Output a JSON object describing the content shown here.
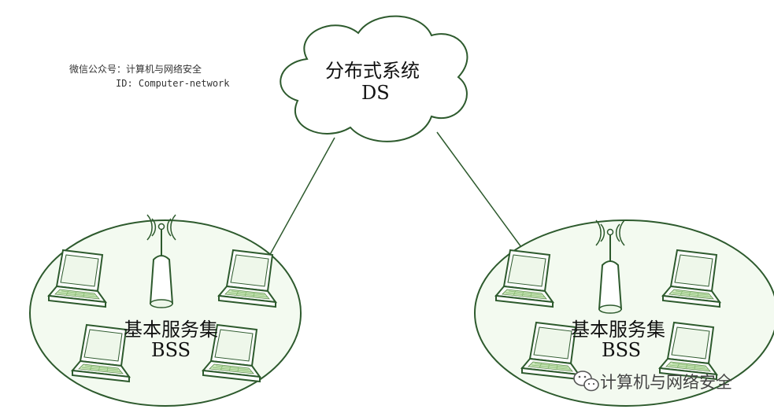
{
  "header": {
    "wechat_account_line": "微信公众号：计算机与网络安全",
    "id_line": "ID: Computer-network"
  },
  "ds": {
    "title": "分布式系统",
    "abbr": "DS"
  },
  "bss_left": {
    "title": "基本服务集",
    "abbr": "BSS"
  },
  "bss_right": {
    "title": "基本服务集",
    "abbr": "BSS"
  },
  "watermark": {
    "text": "计算机与网络安全",
    "icon": "wechat-icon"
  },
  "colors": {
    "line": "#2d5a2d",
    "fill": "#f3faf0",
    "laptop_screen": "#eef7ea",
    "keyboard": "#cfe9bf"
  }
}
